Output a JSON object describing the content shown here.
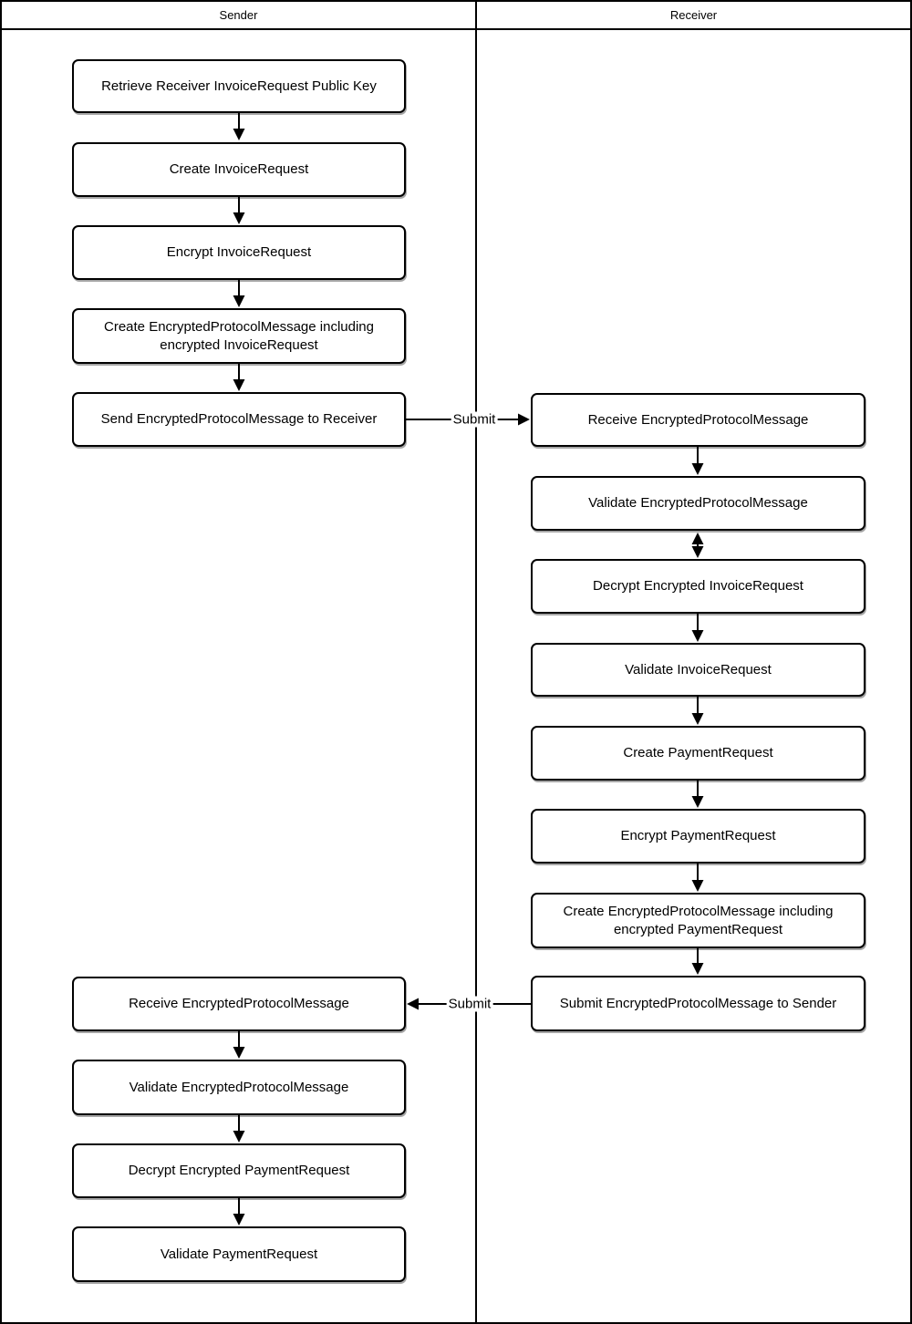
{
  "diagram": {
    "type": "flowchart-swimlane",
    "colors": {
      "stroke": "#000000",
      "node_fill": "#ffffff",
      "background": "#ffffff"
    },
    "lanes": [
      {
        "label": "Sender"
      },
      {
        "label": "Receiver"
      }
    ],
    "sender_steps": [
      "Retrieve Receiver InvoiceRequest Public Key",
      "Create InvoiceRequest",
      "Encrypt InvoiceRequest",
      "Create EncryptedProtocolMessage including encrypted InvoiceRequest",
      "Send EncryptedProtocolMessage to Receiver",
      "Receive EncryptedProtocolMessage",
      "Validate EncryptedProtocolMessage",
      "Decrypt Encrypted PaymentRequest",
      "Validate PaymentRequest"
    ],
    "receiver_steps": [
      "Receive EncryptedProtocolMessage",
      "Validate EncryptedProtocolMessage",
      "Decrypt Encrypted InvoiceRequest",
      "Validate InvoiceRequest",
      "Create PaymentRequest",
      "Encrypt PaymentRequest",
      "Create EncryptedProtocolMessage including encrypted PaymentRequest",
      "Submit EncryptedProtocolMessage to Sender"
    ],
    "edges": [
      {
        "label": "Submit",
        "from": "Send EncryptedProtocolMessage to Receiver",
        "to": "Receive EncryptedProtocolMessage",
        "direction": "right"
      },
      {
        "label": "Submit",
        "from": "Submit EncryptedProtocolMessage to Sender",
        "to": "Receive EncryptedProtocolMessage",
        "direction": "left"
      },
      {
        "label": "",
        "from": "Validate EncryptedProtocolMessage",
        "to": "Decrypt Encrypted InvoiceRequest",
        "direction": "bidirectional"
      }
    ]
  }
}
